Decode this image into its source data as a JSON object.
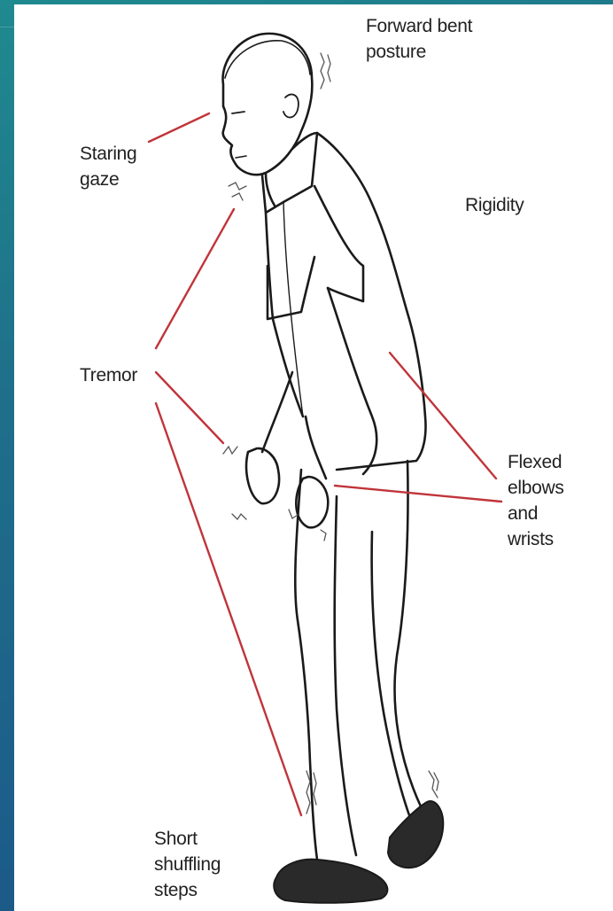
{
  "labels": {
    "forward_bent_l1": "Forward bent",
    "forward_bent_l2": "posture",
    "staring_l1": "Staring",
    "staring_l2": "gaze",
    "rigidity": "Rigidity",
    "tremor": "Tremor",
    "flexed_l1": "Flexed",
    "flexed_l2": "elbows",
    "flexed_l3": "and",
    "flexed_l4": "wrists",
    "short_l1": "Short",
    "short_l2": "shuffling",
    "short_l3": "steps"
  },
  "colors": {
    "leader": "#c0343a",
    "ink": "#1a1a1a",
    "shoe": "#2a2a2a"
  }
}
